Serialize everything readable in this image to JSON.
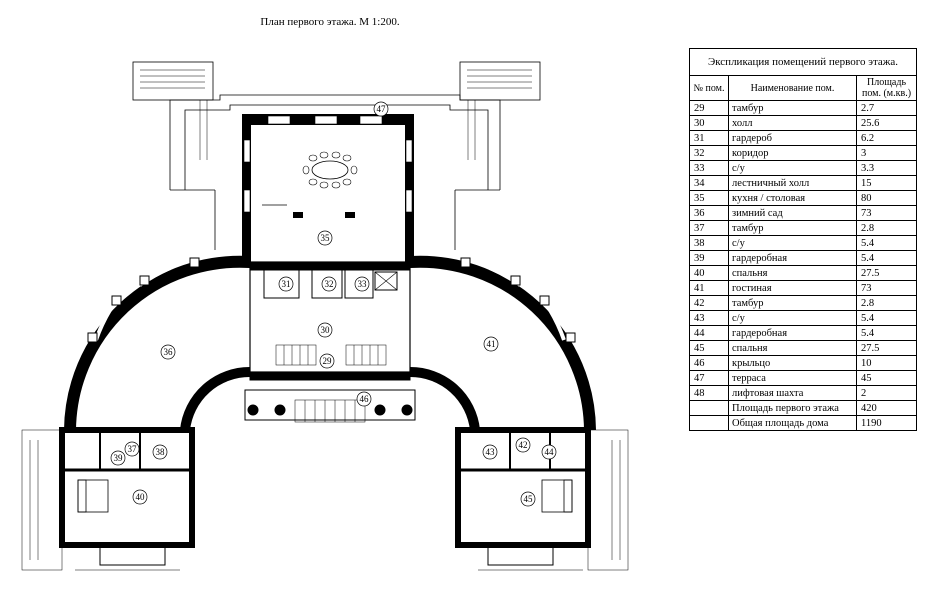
{
  "plan": {
    "title": "План первого этажа. М 1:200.",
    "room_labels": [
      "29",
      "30",
      "31",
      "32",
      "33",
      "35",
      "36",
      "37",
      "38",
      "39",
      "40",
      "41",
      "42",
      "43",
      "44",
      "45",
      "46",
      "47"
    ]
  },
  "explication": {
    "title": "Экспликация помещений первого этажа.",
    "col_num": "№ пом.",
    "col_name": "Наименование пом.",
    "col_area": "Площадь пом. (м.кв.)",
    "rows": [
      {
        "num": "29",
        "name": "тамбур",
        "area": "2.7"
      },
      {
        "num": "30",
        "name": "холл",
        "area": "25.6"
      },
      {
        "num": "31",
        "name": "гардероб",
        "area": "6.2"
      },
      {
        "num": "32",
        "name": "коридор",
        "area": "3"
      },
      {
        "num": "33",
        "name": "с/у",
        "area": "3.3"
      },
      {
        "num": "34",
        "name": "лестничный холл",
        "area": "15"
      },
      {
        "num": "35",
        "name": "кухня / столовая",
        "area": "80"
      },
      {
        "num": "36",
        "name": "зимний сад",
        "area": "73"
      },
      {
        "num": "37",
        "name": "тамбур",
        "area": "2.8"
      },
      {
        "num": "38",
        "name": "с/у",
        "area": "5.4"
      },
      {
        "num": "39",
        "name": "гардеробная",
        "area": "5.4"
      },
      {
        "num": "40",
        "name": "спальня",
        "area": "27.5"
      },
      {
        "num": "41",
        "name": "гостиная",
        "area": "73"
      },
      {
        "num": "42",
        "name": "тамбур",
        "area": "2.8"
      },
      {
        "num": "43",
        "name": "с/у",
        "area": "5.4"
      },
      {
        "num": "44",
        "name": "гардеробная",
        "area": "5.4"
      },
      {
        "num": "45",
        "name": "спальня",
        "area": "27.5"
      },
      {
        "num": "46",
        "name": "крыльцо",
        "area": "10"
      },
      {
        "num": "47",
        "name": "терраса",
        "area": "45"
      },
      {
        "num": "48",
        "name": "лифтовая шахта",
        "area": "2"
      }
    ],
    "total_first_label": "Площадь первого этажа",
    "total_first_value": "420",
    "total_house_label": "Общая площадь дома",
    "total_house_value": "1190"
  }
}
